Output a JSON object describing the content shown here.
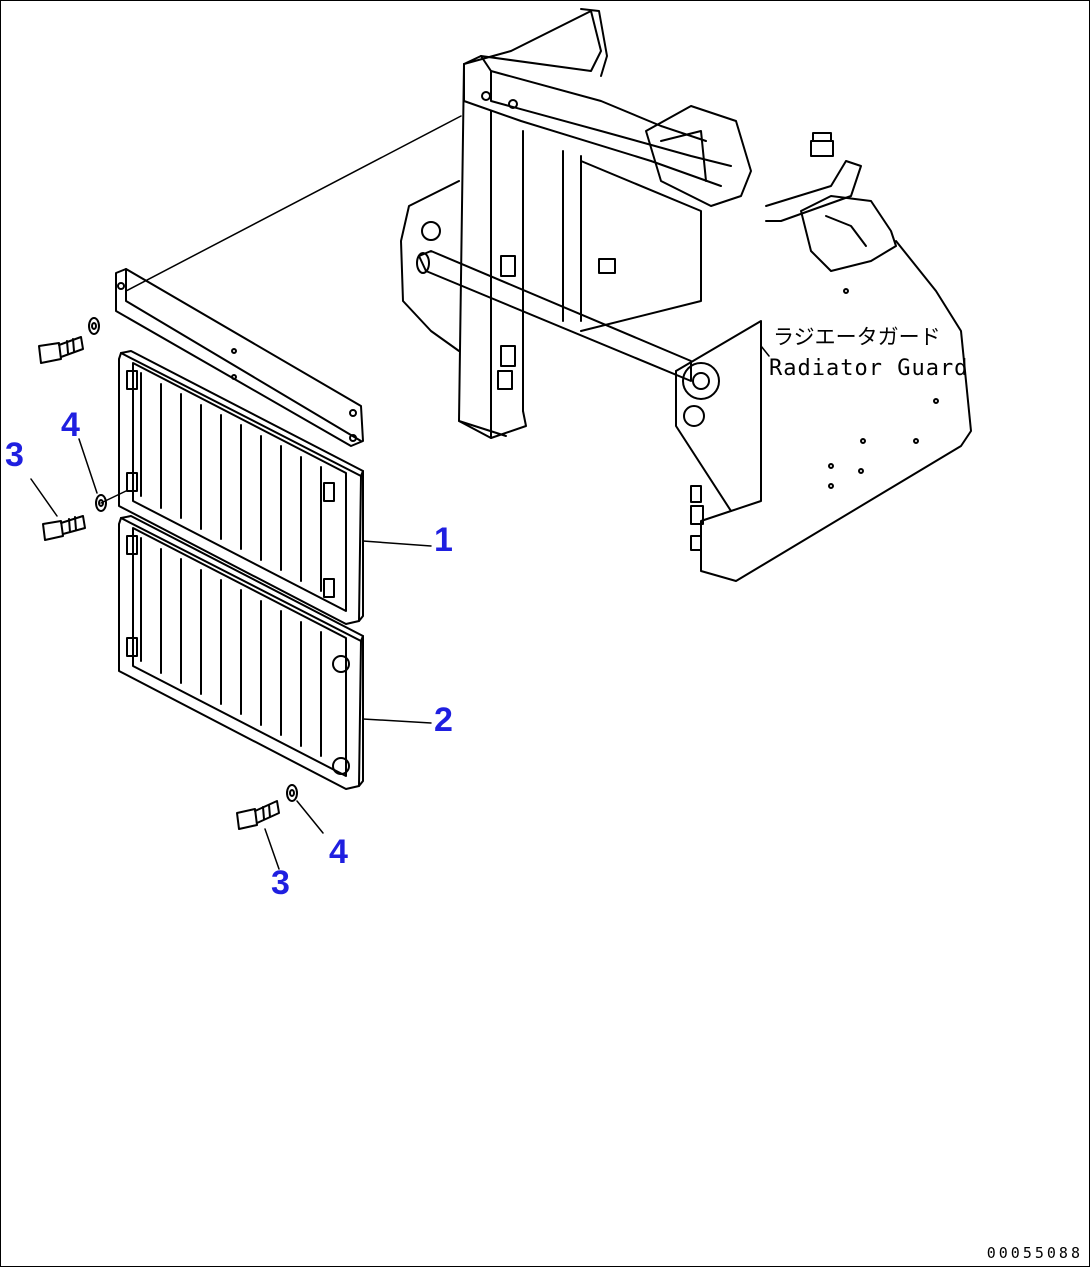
{
  "assembly": {
    "label_ja": "ラジエータガード",
    "label_en": "Radiator Guard"
  },
  "callouts": [
    {
      "id": "c1",
      "text": "1"
    },
    {
      "id": "c2",
      "text": "2"
    },
    {
      "id": "c3a",
      "text": "3"
    },
    {
      "id": "c4a",
      "text": "4"
    },
    {
      "id": "c3b",
      "text": "3"
    },
    {
      "id": "c4b",
      "text": "4"
    }
  ],
  "document_number": "00055088",
  "colors": {
    "callout": "#1f1fe0",
    "line": "#000000"
  }
}
